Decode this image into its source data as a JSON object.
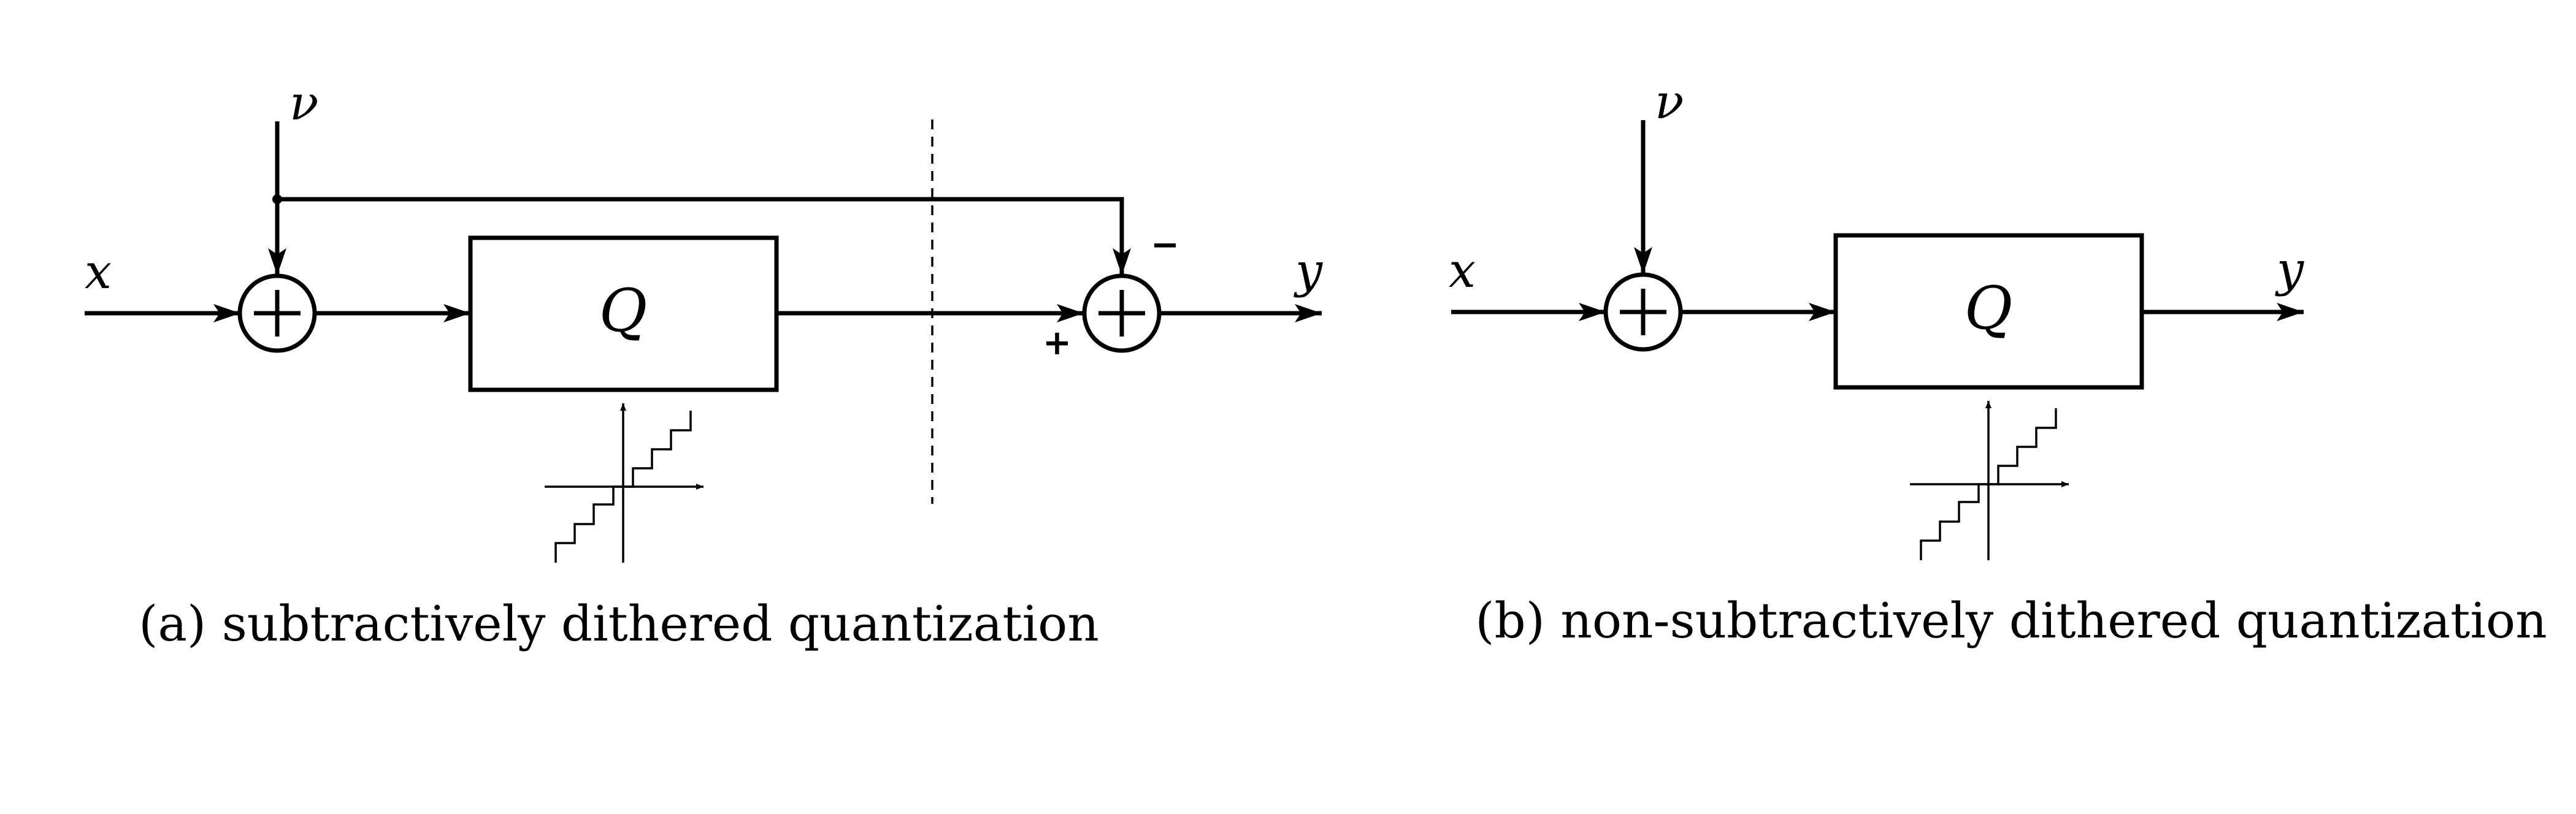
{
  "panel_a": {
    "input_label": "x",
    "dither_label": "ν",
    "quantizer_label": "Q",
    "output_label": "y",
    "plus_sign": "+",
    "minus_sign": "−",
    "caption": "(a) subtractively dithered quantization"
  },
  "panel_b": {
    "input_label": "x",
    "dither_label": "ν",
    "quantizer_label": "Q",
    "output_label": "y",
    "caption": "(b) non-subtractively dithered quantization"
  },
  "icons": {
    "sum_node": "circled-plus-icon",
    "quantizer_transfer": "staircase-transfer-icon"
  },
  "colors": {
    "stroke": "#000000",
    "background": "#ffffff"
  }
}
